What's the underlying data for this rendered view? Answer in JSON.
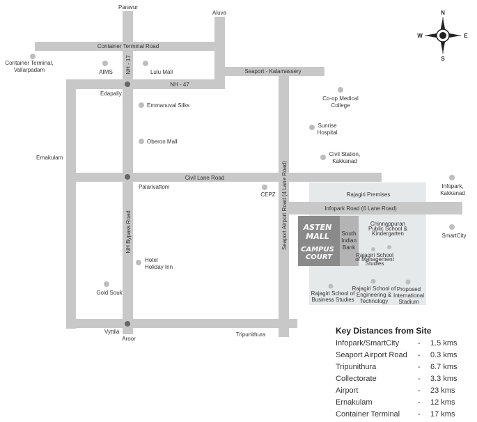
{
  "compass": {
    "n": "N",
    "s": "S",
    "e": "E",
    "w": "W"
  },
  "roads": {
    "container_terminal": "Container Terminal Road",
    "nh47": "NH - 47",
    "nh17": "NH - 17",
    "seaport_kalamassery": "Seaport - Kalamassery",
    "civil_lane": "Civil Lane Road",
    "infopark": "Infopark Road (6 Lane Road)",
    "seaport_airport": "Seaport Airport Road (4 Lane Road)",
    "nh_bypass": "NH Bypass Road"
  },
  "places": {
    "paravur": "Paravur",
    "aluva": "Aluva",
    "container_terminal_1": "Container Terminal,",
    "container_terminal_2": "Vallarpadam",
    "aims": "AIMS",
    "lulu": "Lulu Mall",
    "edapally": "Edapally",
    "emmanuval": "Emmanuval Silks",
    "oberon": "Oberon Mall",
    "ernakulam": "Ernakulam",
    "palarivattom": "Palarivattom",
    "cepz": "CEPZ",
    "coop_1": "Co-op Medical",
    "coop_2": "College",
    "sunrise_1": "Sunrise",
    "sunrise_2": "Hospital",
    "civil_1": "Civil Station,",
    "civil_2": "Kakkanad",
    "infopark_1": "Infopark,",
    "infopark_2": "Kakkanad",
    "smartcity": "SmartCity",
    "rajagiri_premises": "Rajagiri Premises",
    "south_1": "South",
    "south_2": "Indian",
    "south_3": "Bank",
    "chinmaya_1": "Chinnappuran",
    "chinmaya_2": "Public School &",
    "chinmaya_3": "Kindergarten",
    "rsms_1": "Rajagiri School",
    "rsms_2": "of Management",
    "rsms_3": "Studies",
    "rsbs_1": "Rajagiri School of",
    "rsbs_2": "Business Studies",
    "rset_1": "Rajagiri School of",
    "rset_2": "Engineering &",
    "rset_3": "Technology",
    "stadium_1": "Proposed",
    "stadium_2": "International",
    "stadium_3": "Stadium",
    "hotel_1": "Hotel",
    "hotel_2": "Holiday Inn",
    "gold_souk": "Gold Souk",
    "vyttila": "Vyttila",
    "aroor": "Aroor",
    "tripunithura": "Tripunithura"
  },
  "brand": {
    "line1": "ASTEN",
    "line2": "MALL",
    "line3": "CAMPUS",
    "line4": "COURT"
  },
  "key_distances": {
    "title": "Key Distances from Site",
    "rows": [
      {
        "place": "Infopark/SmartCity",
        "sep": "-",
        "distance": "1.5 kms"
      },
      {
        "place": "Seaport Airport Road",
        "sep": "-",
        "distance": "0.3 kms"
      },
      {
        "place": "Tripunithura",
        "sep": "-",
        "distance": "6.7 kms"
      },
      {
        "place": "Collectorate",
        "sep": "-",
        "distance": "3.3 kms"
      },
      {
        "place": "Airport",
        "sep": "-",
        "distance": "23 kms"
      },
      {
        "place": "Ernakulam",
        "sep": "-",
        "distance": "12 kms"
      },
      {
        "place": "Container Terminal",
        "sep": "-",
        "distance": "17 kms"
      }
    ]
  },
  "colors": {
    "road": "#c8c8c8",
    "site_bg": "#e6e9e9",
    "site_dark": "#8a8a8a",
    "site_mid": "#b4b4b4",
    "dot": "#bdbdbd",
    "junction": "#666666"
  }
}
